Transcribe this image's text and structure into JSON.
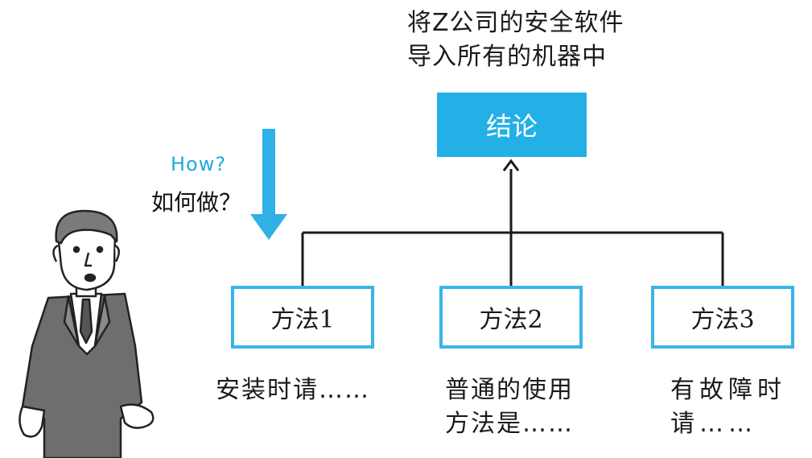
{
  "top_note": {
    "line1": "将Z公司的安全软件",
    "line2": "导入所有的机器中"
  },
  "conclusion": {
    "label": "结论"
  },
  "question": {
    "english": "How?",
    "chinese": "如何做？"
  },
  "methods": [
    {
      "label": "方法1",
      "desc_line1": "安装时请……",
      "desc_line2": ""
    },
    {
      "label": "方法2",
      "desc_line1": "普通的使用",
      "desc_line2": "方法是……"
    },
    {
      "label": "方法3",
      "desc_line1": "有故障时",
      "desc_line2": "请……"
    }
  ],
  "colors": {
    "accent": "#22b0e6",
    "box_border": "#39b5e8",
    "arrow": "#2fb0e6",
    "suit": "#6e6e6e"
  }
}
